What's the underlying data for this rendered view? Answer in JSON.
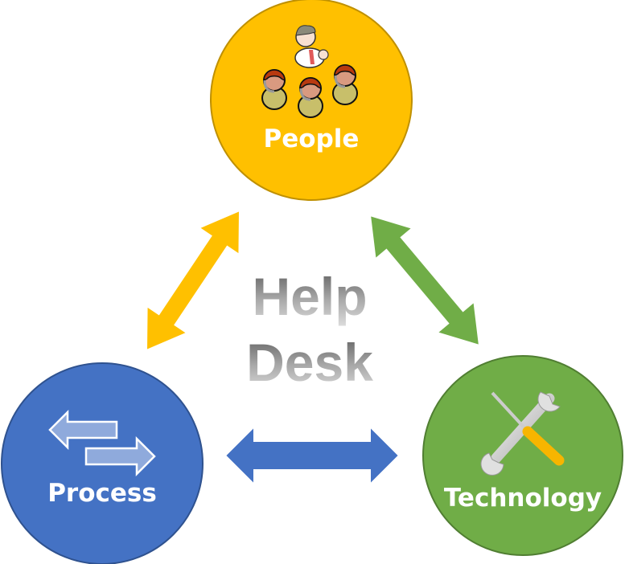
{
  "title": {
    "line1": "Help",
    "line2": "Desk"
  },
  "nodes": [
    {
      "id": "people",
      "label": "People",
      "color": "#FFC000",
      "stroke": "#BF9000",
      "icon": "call-center-team-icon"
    },
    {
      "id": "process",
      "label": "Process",
      "color": "#4472C4",
      "stroke": "#2F528F",
      "icon": "exchange-arrows-icon"
    },
    {
      "id": "technology",
      "label": "Technology",
      "color": "#70AD47",
      "stroke": "#507E32",
      "icon": "wrench-screwdriver-icon"
    }
  ],
  "connectors": [
    {
      "from": "people",
      "to": "process",
      "color": "#FFC000",
      "type": "bidirectional"
    },
    {
      "from": "people",
      "to": "technology",
      "color": "#70AD47",
      "type": "bidirectional"
    },
    {
      "from": "process",
      "to": "technology",
      "color": "#4472C4",
      "type": "bidirectional"
    }
  ]
}
